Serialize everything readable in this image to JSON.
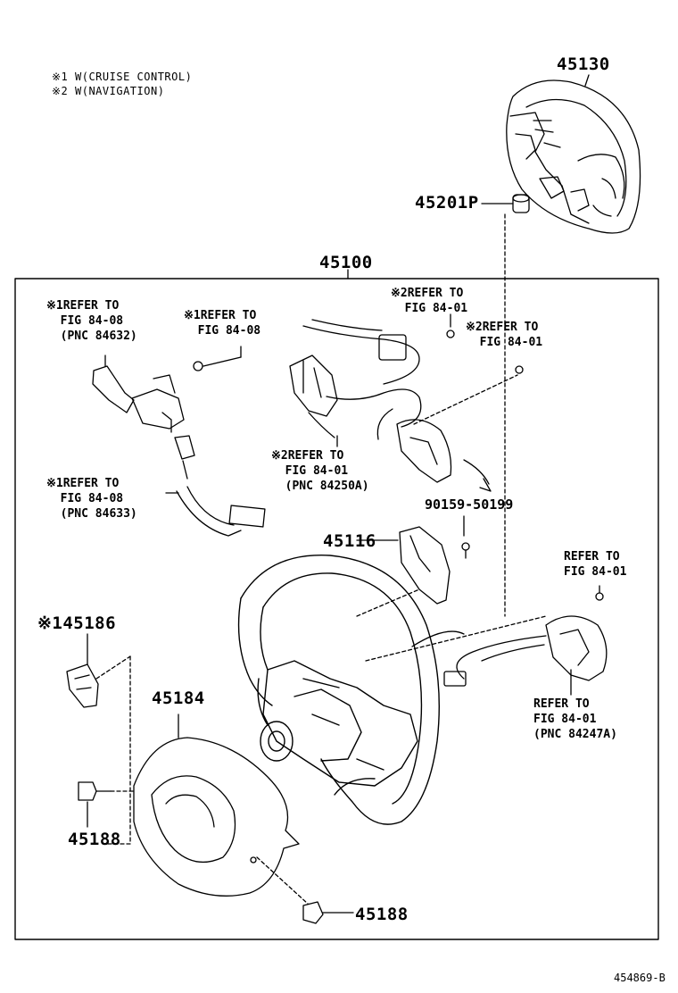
{
  "legend": {
    "note1": "※1 W(CRUISE CONTROL)",
    "note2": "※2 W(NAVIGATION)"
  },
  "parts": {
    "p45130": "45130",
    "p45201p": "45201P",
    "p45100": "45100",
    "p90159": "90159-50199",
    "p45116": "45116",
    "p45186": "※145186",
    "p45184": "45184",
    "p45188a": "45188",
    "p45188b": "45188"
  },
  "refs": {
    "r1": "※1REFER TO\n  FIG 84-08\n  (PNC 84632)",
    "r2": "※1REFER TO\n  FIG 84-08",
    "r3": "※2REFER TO\n  FIG 84-01",
    "r4": "※2REFER TO\n  FIG 84-01",
    "r5": "※2REFER TO\n  FIG 84-01\n  (PNC 84250A)",
    "r6": "※1REFER TO\n  FIG 84-08\n  (PNC 84633)",
    "r7": "REFER TO\nFIG 84-01",
    "r8": "REFER TO\nFIG 84-01\n(PNC 84247A)"
  },
  "drawing_code": "454869-B"
}
